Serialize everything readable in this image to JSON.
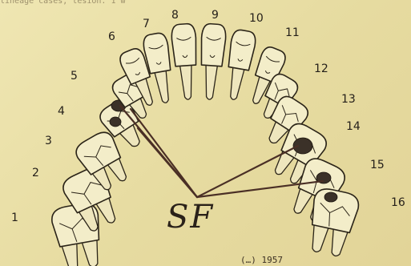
{
  "diagram": {
    "teeth": [
      {
        "number": "1",
        "lesion": false
      },
      {
        "number": "2",
        "lesion": false
      },
      {
        "number": "3",
        "lesion": false
      },
      {
        "number": "4",
        "lesion": true
      },
      {
        "number": "5",
        "lesion": false
      },
      {
        "number": "6",
        "lesion": false
      },
      {
        "number": "7",
        "lesion": false
      },
      {
        "number": "8",
        "lesion": false
      },
      {
        "number": "9",
        "lesion": false
      },
      {
        "number": "10",
        "lesion": false
      },
      {
        "number": "11",
        "lesion": false
      },
      {
        "number": "12",
        "lesion": false
      },
      {
        "number": "13",
        "lesion": false
      },
      {
        "number": "14",
        "lesion": true
      },
      {
        "number": "15",
        "lesion": true
      },
      {
        "number": "16",
        "lesion": true
      }
    ],
    "pointer_label": "SF",
    "top_fragment": "lineage cases, lesion. 1 w",
    "bottom_fragment": "(…) 1957"
  },
  "colors": {
    "paper": "#e9dfa9",
    "ink": "#2b2418",
    "pointer_lines": "#4a2f25",
    "lesion": "#3b3128"
  }
}
